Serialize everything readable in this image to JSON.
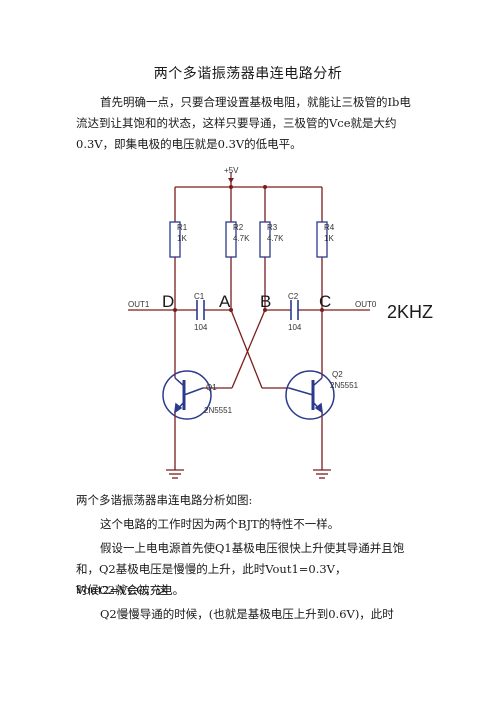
{
  "document": {
    "title": "两个多谐振荡器串连电路分析",
    "intro_lines": [
      "首先明确一点，只要合理设置基极电阻，就能让三极管的Ib电",
      "流达到让其饱和的状态，这样只要导通，三极管的Vce就是大约",
      "0.3V，即集电极的电压就是0.3V的低电平。"
    ],
    "caption": "两个多谐振荡器串连电路分析如图:",
    "para_bjt": "这个电路的工作时因为两个BJT的特性不一样。",
    "para_assume_lines": [
      "假设一上电电源首先使Q1基极电压很快上升使其导通并且饱",
      "和，Q2基极电压是慢慢的上升，此时Vout1=0.3V，Vout2=VCC，这",
      "时候C2就会被充电。"
    ],
    "para_q2": "Q2慢慢导通的时候，(也就是基极电压上升到0.6V)，此时"
  },
  "schematic": {
    "supply": "+5V",
    "resistors": [
      {
        "ref": "R1",
        "value": "1K"
      },
      {
        "ref": "R2",
        "value": "4.7K"
      },
      {
        "ref": "R3",
        "value": "4.7K"
      },
      {
        "ref": "R4",
        "value": "1K"
      }
    ],
    "capacitors": [
      {
        "ref": "C1",
        "value": "104"
      },
      {
        "ref": "C2",
        "value": "104"
      }
    ],
    "nodes": [
      "D",
      "A",
      "B",
      "C"
    ],
    "outputs": {
      "left": "OUT1",
      "right": "OUT0"
    },
    "transistors": [
      {
        "ref": "Q1",
        "part": "2N5551"
      },
      {
        "ref": "Q2",
        "part": "2N5551"
      }
    ],
    "frequency_label": "2KHZ",
    "colors": {
      "wire": "#7a1c1c",
      "component": "#2b3a8c",
      "label": "#333333"
    }
  }
}
